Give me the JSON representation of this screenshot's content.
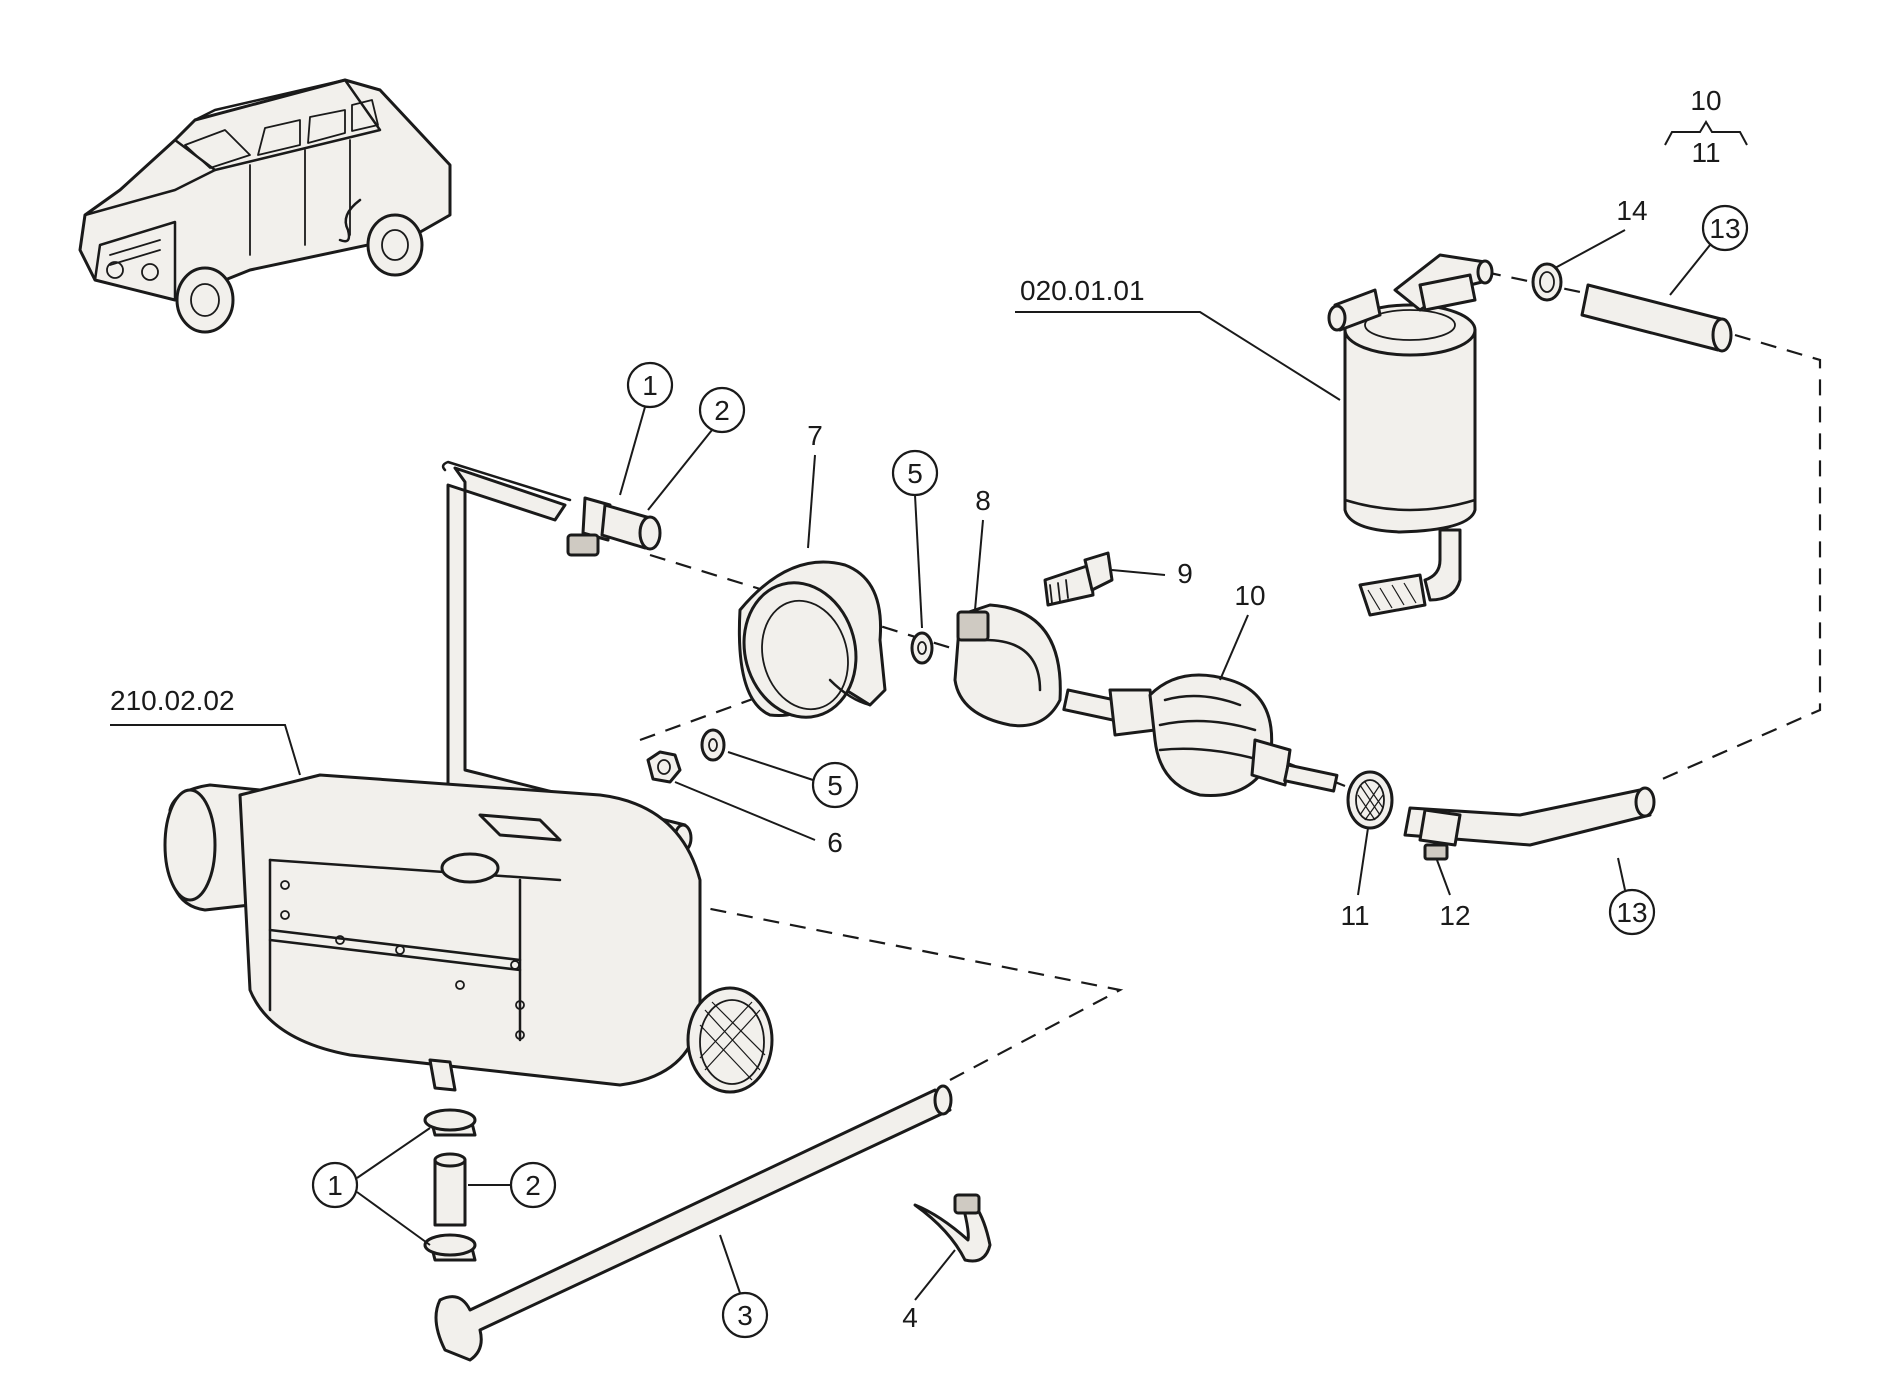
{
  "labels": {
    "ref_210": "210.02.02",
    "ref_020": "020.01.01",
    "bracket_top": "10",
    "bracket_bottom": "11",
    "p1_top": "1",
    "p2_top": "2",
    "p7": "7",
    "p5_top": "5",
    "p8": "8",
    "p9": "9",
    "p10": "10",
    "p14": "14",
    "p13_top": "13",
    "p5_bottom": "5",
    "p6": "6",
    "p11": "11",
    "p12": "12",
    "p13_bottom": "13",
    "p1_bottom": "1",
    "p2_bottom": "2",
    "p3": "3",
    "p4": "4"
  },
  "icons": {
    "vehicle": "off-road-vehicle-icon",
    "heater": "air-heater-unit",
    "fuel_pump": "dosing-pump",
    "fuel_filter": "fuel-filter-housing"
  }
}
